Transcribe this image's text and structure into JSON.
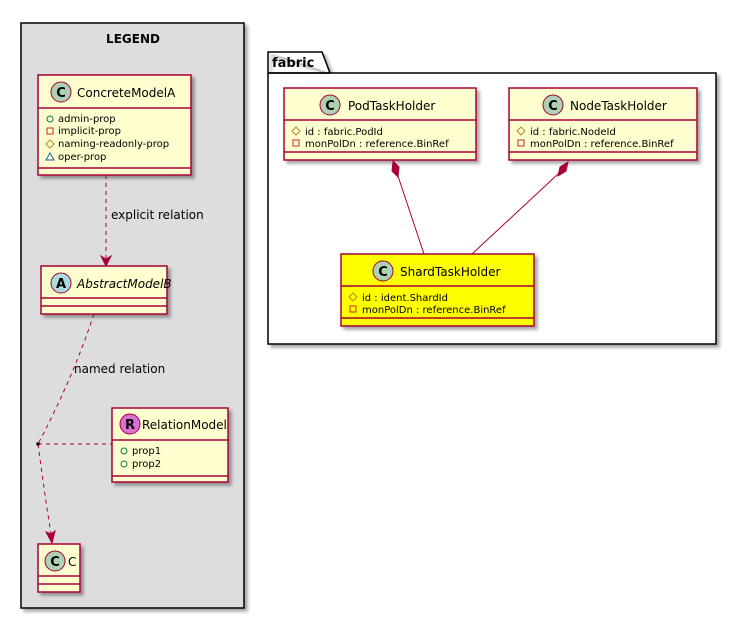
{
  "legend": {
    "title": "LEGEND",
    "concrete": {
      "name": "ConcreteModelA",
      "stereotype": "C",
      "attrs": [
        "admin-prop",
        "implicit-prop",
        "naming-readonly-prop",
        "oper-prop"
      ]
    },
    "abstract": {
      "name": "AbstractModelB",
      "stereotype": "A"
    },
    "relation": {
      "name": "RelationModel",
      "stereotype": "R",
      "attrs": [
        "prop1",
        "prop2"
      ]
    },
    "c": {
      "name": "C",
      "stereotype": "C"
    },
    "edge_explicit": "explicit relation",
    "edge_named": "named relation"
  },
  "package": {
    "name": "fabric",
    "pod": {
      "name": "PodTaskHolder",
      "stereotype": "C",
      "attrs": [
        "id : fabric.PodId",
        "monPolDn : reference.BinRef"
      ]
    },
    "node": {
      "name": "NodeTaskHolder",
      "stereotype": "C",
      "attrs": [
        "id : fabric.NodeId",
        "monPolDn : reference.BinRef"
      ]
    },
    "shard": {
      "name": "ShardTaskHolder",
      "stereotype": "C",
      "attrs": [
        "id : ident.ShardId",
        "monPolDn : reference.BinRef"
      ]
    }
  },
  "colors": {
    "class_fill": "#FEFECE",
    "class_border": "#A80036",
    "highlight_fill": "#FFFF00",
    "legend_bg": "#DDDDDD",
    "circle_c": "#ADD1B2",
    "circle_a": "#A9DCDF",
    "circle_r": "#DA70D6",
    "public_marker": "#038048",
    "private_marker": "#C82930",
    "protected_marker": "#B38D22",
    "package_marker": "#1963A0"
  }
}
